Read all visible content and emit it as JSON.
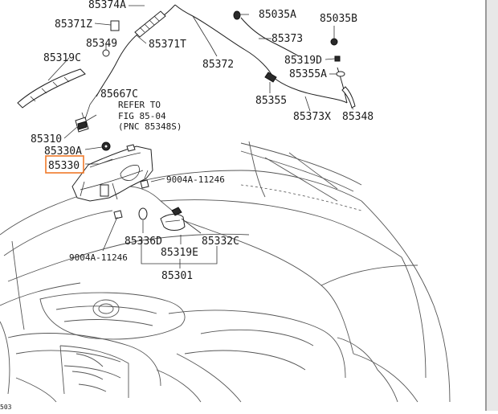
{
  "labels": {
    "p85374A": "85374A",
    "p85371Z": "85371Z",
    "p85349": "85349",
    "p85371T": "85371T",
    "p85319C": "85319C",
    "p85372": "85372",
    "p85035A": "85035A",
    "p85035B": "85035B",
    "p85373": "85373",
    "p85319D": "85319D",
    "p85355A": "85355A",
    "p85355": "85355",
    "p85373X": "85373X",
    "p85348": "85348",
    "p85667C": "85667C",
    "p85310": "85310",
    "p85330A": "85330A",
    "p85330": "85330",
    "p9004A_top": "9004A-11246",
    "p9004A_bottom": "9004A-11246",
    "p85336D": "85336D",
    "p85332C": "85332C",
    "p85319E": "85319E",
    "p85301": "85301"
  },
  "note": {
    "line1": "REFER TO",
    "line2": "FIG 85-04",
    "line3": "(PNC 85348S)"
  },
  "corner_text": "503",
  "highlight_color": "#f07a2a"
}
